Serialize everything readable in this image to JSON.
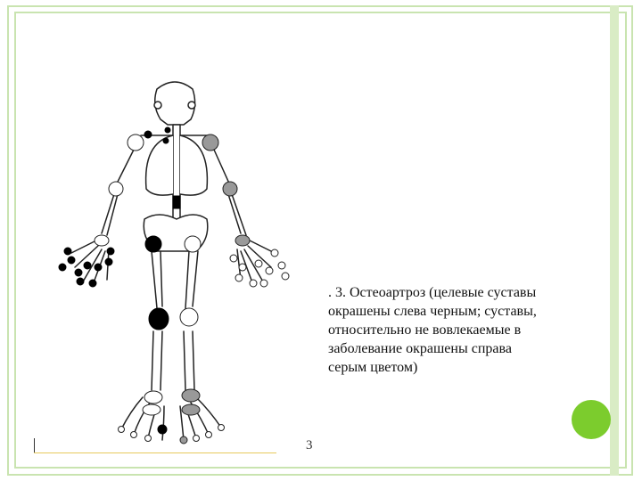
{
  "caption": {
    "lines": [
      ". 3. Остеоартроз (целевые суставы",
      "окрашены слева черным; суставы,",
      "относительно не вовлекаемые в",
      "заболевание окрашены справа",
      "серым цветом)"
    ]
  },
  "footer": {
    "slide_number": "3"
  },
  "colors": {
    "border": "#c9e4b0",
    "accent_dot": "#7ccc2d",
    "joint_target": "#000000",
    "joint_spared": "#999999",
    "bone_outline": "#222222",
    "footer_line": "#e7c95c"
  },
  "diagram": {
    "figure": "skeleton-front-view",
    "legend_encoding": {
      "left_side_joints": "black",
      "right_side_joints": "gray"
    }
  }
}
